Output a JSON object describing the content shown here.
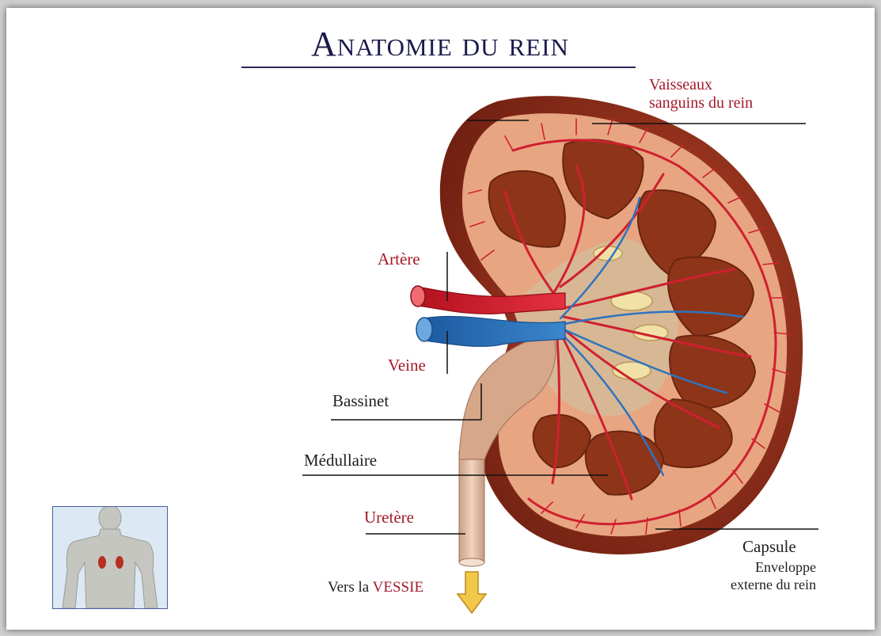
{
  "title": "Anatomie du rein",
  "labels": {
    "vaisseaux": "Vaisseaux\nsanguins du rein",
    "artere": "Artère",
    "veine": "Veine",
    "bassinet": "Bassinet",
    "medullaire": "Médullaire",
    "uretere": "Uretère",
    "capsule": "Capsule",
    "enveloppe": "Enveloppe\nexterne du rein",
    "vers": "Vers la",
    "vessie": "VESSIE"
  },
  "colors": {
    "title": "#1b1a4a",
    "label_red": "#a3192a",
    "label_dark": "#1e1e1e",
    "capsule": "#8a2a18",
    "cortex": "#e8a582",
    "pyramid": "#8e3519",
    "sinus": "#d8b894",
    "artery": "#d21c2b",
    "vein": "#2a6fb8",
    "arrow": "#f2c84a"
  },
  "icons": {
    "thumbnail": "body-kidneys-icon",
    "arrow": "down-arrow-icon"
  }
}
